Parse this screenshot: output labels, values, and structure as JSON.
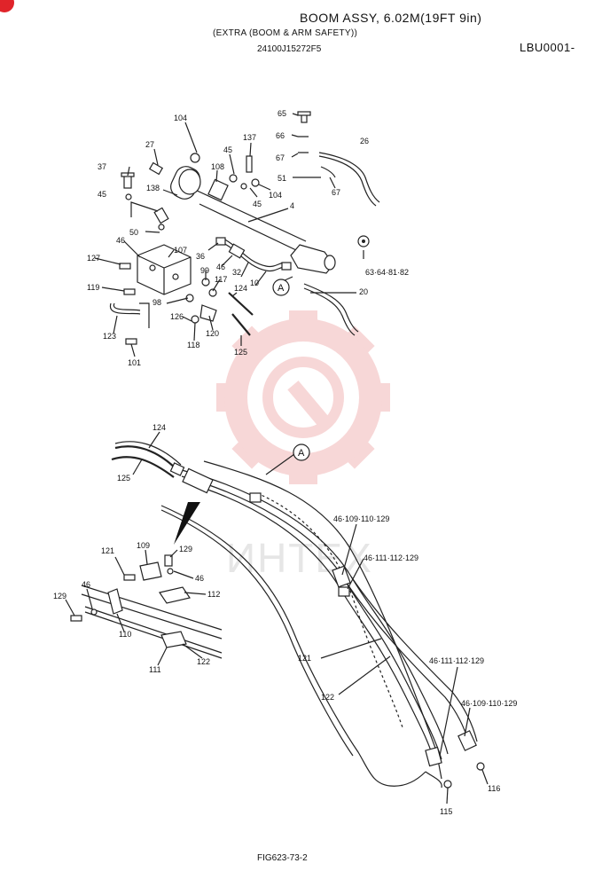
{
  "header": {
    "title": "BOOM  ASSY, 6.02M(19FT  9in)",
    "subtitle": "(EXTRA (BOOM & ARM SAFETY))",
    "part_code": "24100J15272F5",
    "page_id": "LBU0001-"
  },
  "footer": {
    "figure_id": "FIG623-73-2"
  },
  "watermark": {
    "text": "ИНТЕХ",
    "color": "#f2b7b7"
  },
  "callout_ref": "A",
  "labels": {
    "l104a": "104",
    "l27": "27",
    "l45a": "45",
    "l137": "137",
    "l65": "65",
    "l66": "66",
    "l67a": "67",
    "l26": "26",
    "l37": "37",
    "l108": "108",
    "l51": "51",
    "l67b": "67",
    "l45b": "45",
    "l138": "138",
    "l104b": "104",
    "l45c": "45",
    "l4": "4",
    "l50": "50",
    "l46a": "46",
    "l36": "36",
    "l107": "107",
    "l63": "63·64·81·82",
    "l127": "127",
    "l46b": "46",
    "l32": "32",
    "l10": "10",
    "l99": "99",
    "l117": "117",
    "l119": "119",
    "l124a": "124",
    "l20": "20",
    "l98": "98",
    "l126": "126",
    "l120": "120",
    "l123": "123",
    "l118": "118",
    "l125a": "125",
    "l101": "101",
    "l124b": "124",
    "l125b": "125",
    "l46_109_110_129a": "46·109·110·129",
    "l46_111_112_129a": "46·111·112·129",
    "l121a": "121",
    "l109": "109",
    "l129a": "129",
    "l46c": "46",
    "l112": "112",
    "l129b": "129",
    "l46d": "46",
    "l110": "110",
    "l111": "111",
    "l122a": "122",
    "l121b": "121",
    "l122b": "122",
    "l46_111_112_129b": "46·111·112·129",
    "l46_109_110_129b": "46·109·110·129",
    "l116": "116",
    "l115": "115"
  }
}
